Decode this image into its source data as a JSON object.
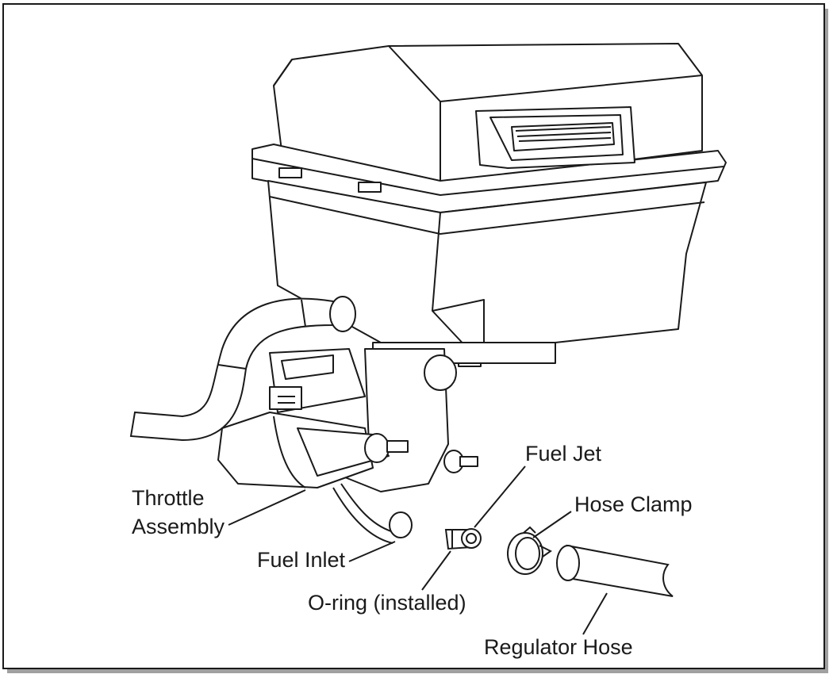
{
  "labels": {
    "throttle_line1": "Throttle",
    "throttle_line2": "Assembly",
    "fuel_inlet": "Fuel Inlet",
    "o_ring": "O-ring (installed)",
    "fuel_jet": "Fuel Jet",
    "hose_clamp": "Hose Clamp",
    "regulator_hose": "Regulator Hose"
  },
  "colors": {
    "stroke": "#1a1a1a",
    "background": "#ffffff",
    "shadow": "#9a9a9a"
  }
}
